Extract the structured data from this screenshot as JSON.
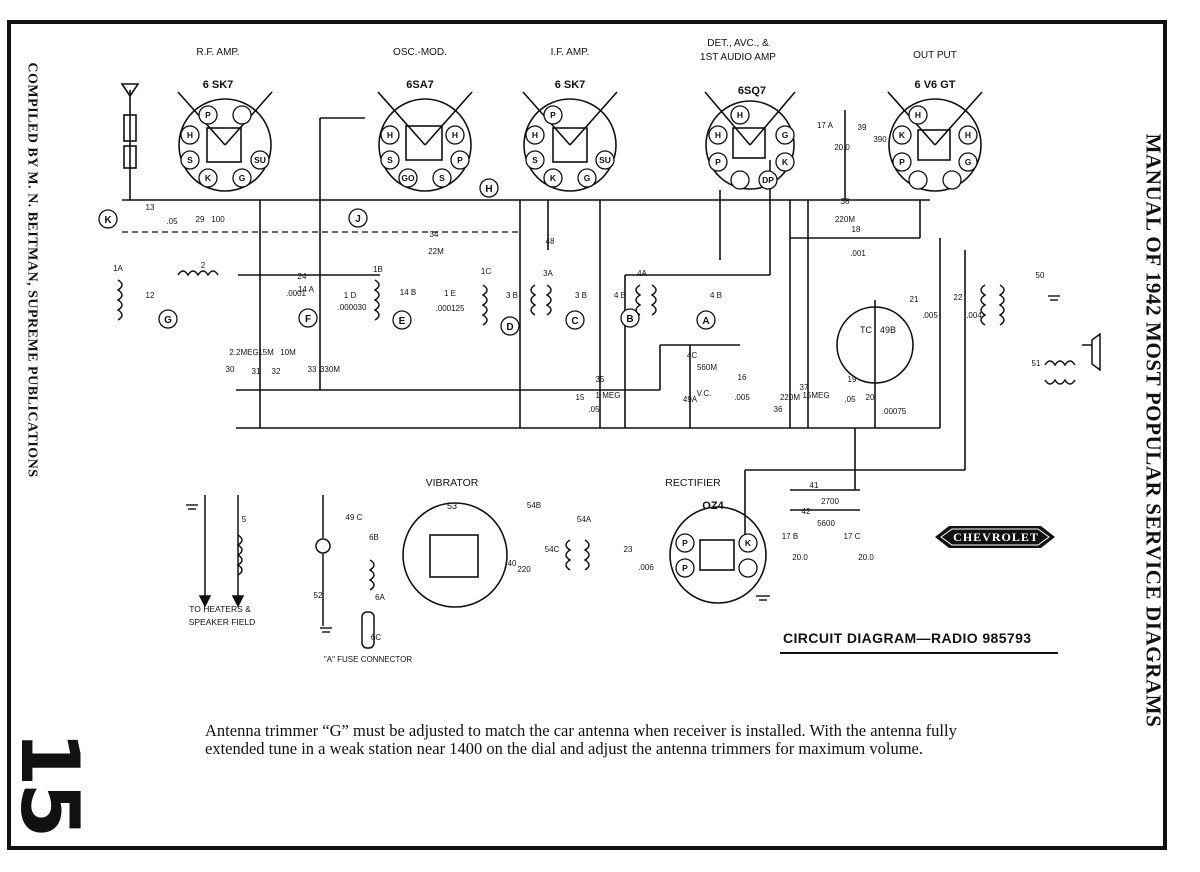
{
  "side_left_text": "COMPILED BY M. N. BEITMAN, SUPREME PUBLICATIONS",
  "side_right_text": "MANUAL OF 1942 MOST POPULAR SERVICE DIAGRAMS",
  "page_number": "15",
  "diagram_title": "CIRCUIT DIAGRAM—RADIO 985793",
  "brand_logo": "CHEVROLET",
  "caption": "Antenna trimmer “G” must be adjusted to match the car antenna when receiver is installed. With the antenna fully extended tune in a weak station near 1400 on the dial and adjust the antenna trimmers for maximum volume.",
  "stages": {
    "rf": {
      "label": "R.F. AMP.",
      "tube": "6 SK7"
    },
    "osc": {
      "label": "OSC.-MOD.",
      "tube": "6SA7"
    },
    "if": {
      "label": "I.F. AMP.",
      "tube": "6 SK7"
    },
    "det_line1": "DET., AVC., &",
    "det_line2": "1ST AUDIO AMP",
    "det_tube": "6SQ7",
    "out": {
      "label": "OUT PUT",
      "tube": "6 V6 GT"
    }
  },
  "sections": {
    "vibrator": "VIBRATOR",
    "vibrator_part": "53",
    "rectifier": "RECTIFIER",
    "rectifier_tube": "OZ4"
  },
  "notes": {
    "heaters_line1": "TO HEATERS &",
    "heaters_line2": "SPEAKER FIELD",
    "fuse": "\"A\" FUSE CONNECTOR"
  },
  "trimmers": [
    "K",
    "J",
    "H",
    "G",
    "F",
    "E",
    "D",
    "C",
    "B",
    "A"
  ],
  "components": {
    "c13": "13",
    "c13v": ".05",
    "r29": "29",
    "r29v": "100",
    "r34": "34",
    "r34v": "22M",
    "r48": "48",
    "r38": "38",
    "r38v": "220M",
    "c18": "18",
    "c18v": ".001",
    "c17a": "17 A",
    "c17av": "20.0",
    "r39": "39",
    "r39v": "390",
    "c24": "24",
    "c24v": ".0001",
    "c1a": "1A",
    "c1b": "1B",
    "c1c": "1C",
    "c1d": "1 D",
    "c1dv": ".000030",
    "c1e": "1 E",
    "c1ev": ".000125",
    "c14a": "14 A",
    "c14b": "14 B",
    "coil2": "2",
    "c12": "12",
    "t3a": "3A",
    "t3b": "3 B",
    "t4a": "4A",
    "t4b": "4 B",
    "c4c": "4C",
    "c4cv": "560M",
    "r30": "30",
    "r30v": "2.2MEG",
    "r31": "31",
    "r31v": "15M",
    "r32": "32",
    "r32v": "10M",
    "r33": "33",
    "r33v": "330M",
    "r35": "35",
    "r35v": "1 MEG",
    "c15": "15",
    "c15v": ".05",
    "c49a": "49A",
    "vc": "V.C.",
    "c16": "16",
    "c16v": ".005",
    "r36": "36",
    "r36v": "220M",
    "r37": "37",
    "r37v": "15MEG",
    "tc": "TC",
    "r49b": "49B",
    "c21": "21",
    "c21v": ".005",
    "c19": "19",
    "c19v": ".05",
    "c20": "20",
    "c20v": ".00075",
    "c22": "22",
    "c22v": ".004",
    "t50": "50",
    "spk51": "51",
    "r41": "41",
    "r41v": "2700",
    "r42": "42",
    "r42v": "5600",
    "c17b": "17 B",
    "c17bv": "20.0",
    "c17c": "17 C",
    "c17cv": "20.0",
    "c23": "23",
    "c23v": ".006",
    "r40": "40",
    "r40v": "220",
    "t54a": "54A",
    "c54b": "54B",
    "c54c": "54C",
    "c49c": "49 C",
    "l6b": "6B",
    "l6a": "6A",
    "l6c": "6C",
    "c52": "52",
    "l5": "5"
  },
  "pins": {
    "H": "H",
    "P": "P",
    "S": "S",
    "K": "K",
    "G": "G",
    "SU": "SU",
    "GO": "GO",
    "DP": "DP"
  }
}
